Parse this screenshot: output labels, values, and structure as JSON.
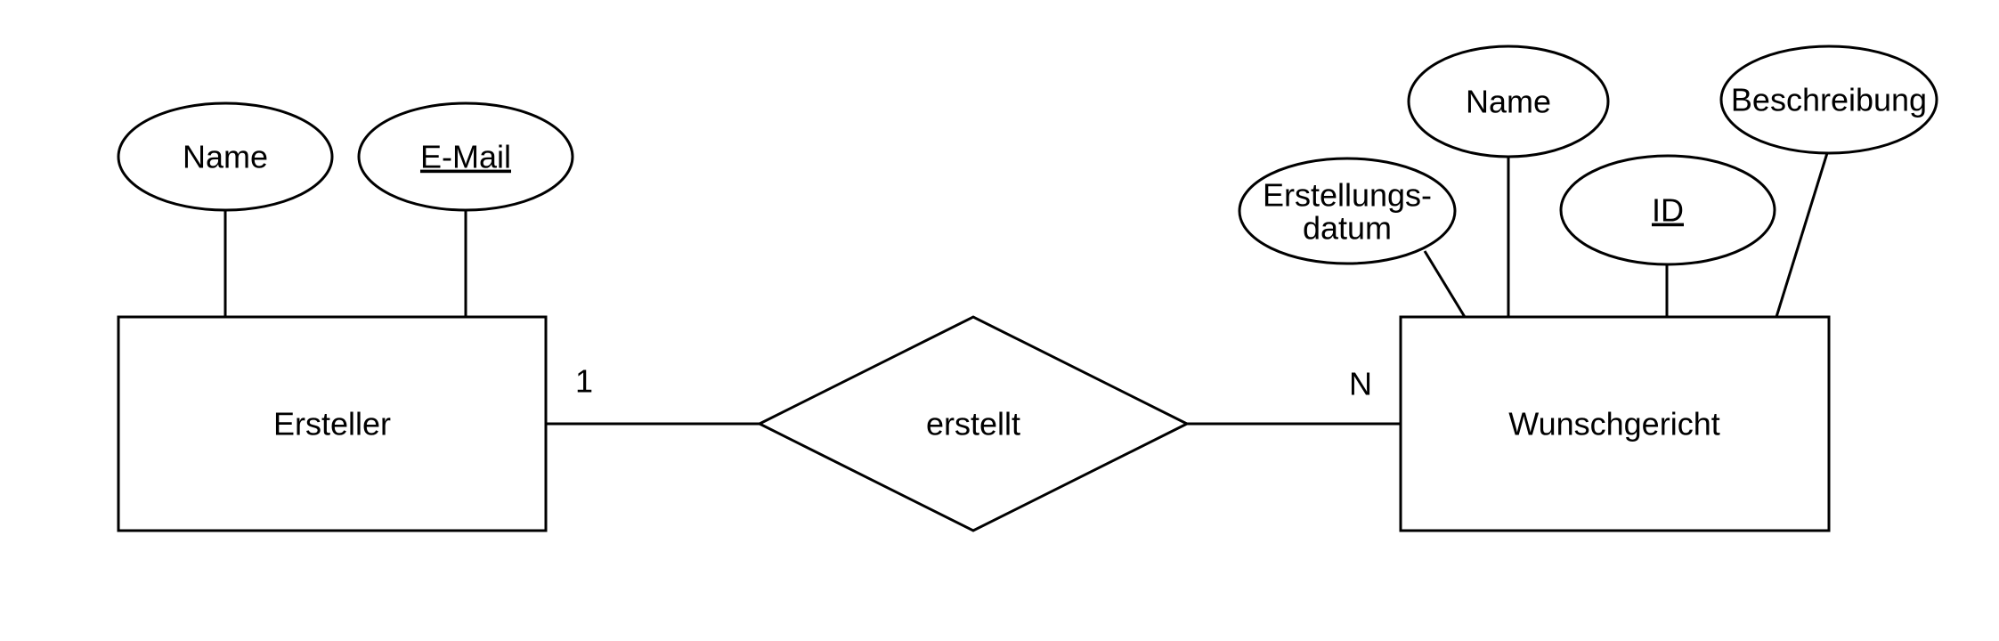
{
  "diagram": {
    "type": "entity-relationship-diagram",
    "background_color": "#ffffff",
    "stroke_color": "#000000",
    "text_color": "#000000",
    "entities": [
      {
        "id": "ersteller",
        "label": "Ersteller",
        "attributes": [
          {
            "id": "name",
            "label": "Name",
            "key": false,
            "underlined": false
          },
          {
            "id": "email",
            "label": "E-Mail",
            "key": true,
            "underlined": true
          }
        ]
      },
      {
        "id": "wunschgericht",
        "label": "Wunschgericht",
        "attributes": [
          {
            "id": "erstellungsdatum",
            "label": "Erstellungs-datum",
            "label_lines": [
              "Erstellungs-",
              "datum"
            ],
            "key": false,
            "underlined": false
          },
          {
            "id": "name",
            "label": "Name",
            "key": false,
            "underlined": false
          },
          {
            "id": "id",
            "label": "ID",
            "key": true,
            "underlined": true
          },
          {
            "id": "beschreibung",
            "label": "Beschreibung",
            "key": false,
            "underlined": false
          }
        ]
      }
    ],
    "relationship": {
      "id": "erstellt",
      "label": "erstellt",
      "cardinality_left": "1",
      "cardinality_right": "N"
    }
  }
}
